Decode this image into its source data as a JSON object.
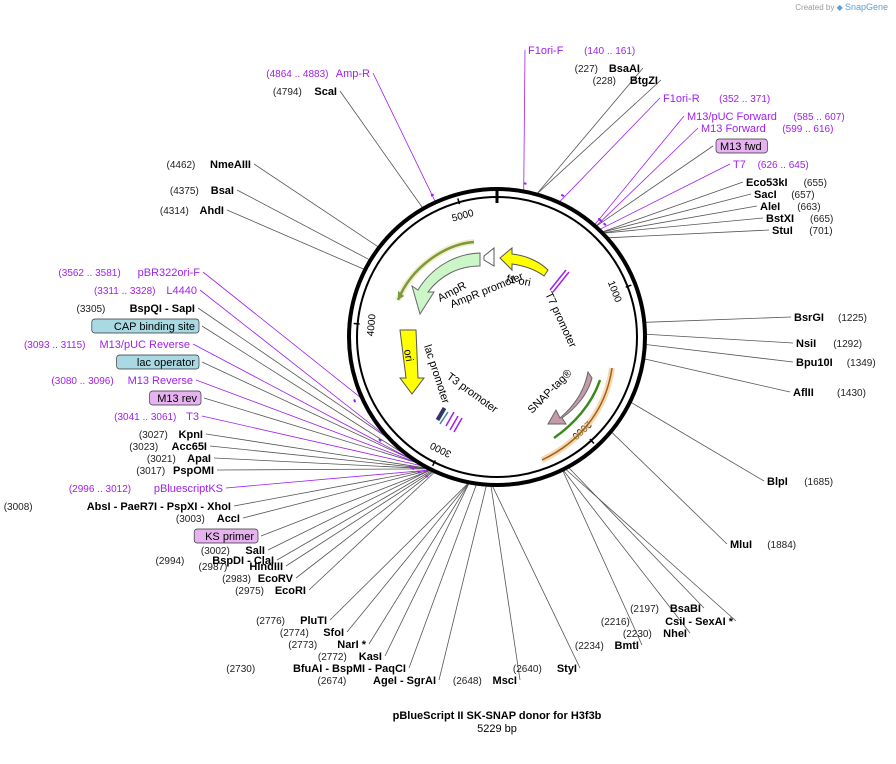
{
  "brand": {
    "created_by": "Created by",
    "name": "SnapGene"
  },
  "plasmid": {
    "title": "pBlueScript II SK-SNAP donor for H3f3b",
    "length_label": "5229 bp",
    "length": 5229
  },
  "ticks": [
    "1000",
    "2000",
    "3000",
    "4000",
    "5000"
  ],
  "colors": {
    "primer": "#a020f0",
    "boxed_purple": "#e6b3f0",
    "boxed_blue": "#a9d9e3",
    "ori": "#ffff00",
    "ampr": "#ccf5c8",
    "snap": "#c49aa8"
  },
  "features": [
    {
      "name": "f1 ori",
      "kind": "ori-arrow"
    },
    {
      "name": "AmpR promoter",
      "kind": "promoter"
    },
    {
      "name": "AmpR",
      "kind": "cds"
    },
    {
      "name": "T7 promoter",
      "kind": "promoter"
    },
    {
      "name": "SNAP-tag®",
      "kind": "cds"
    },
    {
      "name": "ori",
      "kind": "ori-arrow"
    },
    {
      "name": "lac promoter",
      "kind": "promoter"
    },
    {
      "name": "T3 promoter",
      "kind": "promoter"
    }
  ],
  "labels": [
    {
      "text": "F1ori-F",
      "pos": "(140 .. 161)",
      "type": "primer",
      "bp": 150
    },
    {
      "text": "BsaAI",
      "pos": "(227)",
      "type": "enzyme",
      "bp": 227
    },
    {
      "text": "BtgZI",
      "pos": "(228)",
      "type": "enzyme",
      "bp": 228
    },
    {
      "text": "F1ori-R",
      "pos": "(352 .. 371)",
      "type": "primer",
      "bp": 361
    },
    {
      "text": "M13/pUC Forward",
      "pos": "(585 .. 607)",
      "type": "primer",
      "bp": 596
    },
    {
      "text": "M13 Forward",
      "pos": "(599 .. 616)",
      "type": "primer",
      "bp": 607
    },
    {
      "text": "M13 fwd",
      "pos": "",
      "type": "boxed-purple",
      "bp": 608
    },
    {
      "text": "T7",
      "pos": "(626 .. 645)",
      "type": "primer",
      "bp": 635
    },
    {
      "text": "Eco53kI",
      "pos": "(655)",
      "type": "enzyme",
      "bp": 655
    },
    {
      "text": "SacI",
      "pos": "(657)",
      "type": "enzyme",
      "bp": 657
    },
    {
      "text": "AleI",
      "pos": "(663)",
      "type": "enzyme",
      "bp": 663
    },
    {
      "text": "BstXI",
      "pos": "(665)",
      "type": "enzyme",
      "bp": 665
    },
    {
      "text": "StuI",
      "pos": "(701)",
      "type": "enzyme",
      "bp": 701
    },
    {
      "text": "BsrGI",
      "pos": "(1225)",
      "type": "enzyme",
      "bp": 1225
    },
    {
      "text": "NsiI",
      "pos": "(1292)",
      "type": "enzyme",
      "bp": 1292
    },
    {
      "text": "Bpu10I",
      "pos": "(1349)",
      "type": "enzyme",
      "bp": 1349
    },
    {
      "text": "AflII",
      "pos": "(1430)",
      "type": "enzyme",
      "bp": 1430
    },
    {
      "text": "BlpI",
      "pos": "(1685)",
      "type": "enzyme",
      "bp": 1685
    },
    {
      "text": "MluI",
      "pos": "(1884)",
      "type": "enzyme",
      "bp": 1884
    },
    {
      "text": "BsaBI",
      "pos": "(2197)",
      "type": "enzyme",
      "bp": 2197
    },
    {
      "text": "CsiI - SexAI *",
      "pos": "(2216)",
      "type": "enzyme",
      "bp": 2216
    },
    {
      "text": "NheI",
      "pos": "(2230)",
      "type": "enzyme",
      "bp": 2230
    },
    {
      "text": "BmtI",
      "pos": "(2234)",
      "type": "enzyme",
      "bp": 2234
    },
    {
      "text": "StyI",
      "pos": "(2640)",
      "type": "enzyme",
      "bp": 2640
    },
    {
      "text": "MscI",
      "pos": "(2648)",
      "type": "enzyme",
      "bp": 2648
    },
    {
      "text": "AgeI - SgrAI",
      "pos": "(2674)",
      "type": "enzyme",
      "bp": 2674
    },
    {
      "text": "BfuAI - BspMI - PaqCI",
      "pos": "(2730)",
      "type": "enzyme",
      "bp": 2730
    },
    {
      "text": "KasI",
      "pos": "(2772)",
      "type": "enzyme",
      "bp": 2772
    },
    {
      "text": "NarI *",
      "pos": "(2773)",
      "type": "enzyme",
      "bp": 2773
    },
    {
      "text": "SfoI",
      "pos": "(2774)",
      "type": "enzyme",
      "bp": 2774
    },
    {
      "text": "PluTI",
      "pos": "(2776)",
      "type": "enzyme",
      "bp": 2776
    },
    {
      "text": "EcoRI",
      "pos": "(2975)",
      "type": "enzyme",
      "bp": 2975
    },
    {
      "text": "EcoRV",
      "pos": "(2983)",
      "type": "enzyme",
      "bp": 2983
    },
    {
      "text": "HindIII",
      "pos": "(2987)",
      "type": "enzyme",
      "bp": 2987
    },
    {
      "text": "BspDI - ClaI",
      "pos": "(2994)",
      "type": "enzyme",
      "bp": 2994
    },
    {
      "text": "SalI",
      "pos": "(3002)",
      "type": "enzyme",
      "bp": 3002
    },
    {
      "text": "KS primer",
      "pos": "",
      "type": "boxed-purple",
      "bp": 3000
    },
    {
      "text": "AccI",
      "pos": "(3003)",
      "type": "enzyme",
      "bp": 3003
    },
    {
      "text": "AbsI - PaeR7I - PspXI - XhoI",
      "pos": "(3008)",
      "type": "enzyme",
      "bp": 3008
    },
    {
      "text": "pBluescriptKS",
      "pos": "(2996 .. 3012)",
      "type": "primer",
      "bp": 3004
    },
    {
      "text": "PspOMI",
      "pos": "(3017)",
      "type": "enzyme",
      "bp": 3017
    },
    {
      "text": "ApaI",
      "pos": "(3021)",
      "type": "enzyme",
      "bp": 3021
    },
    {
      "text": "Acc65I",
      "pos": "(3023)",
      "type": "enzyme",
      "bp": 3023
    },
    {
      "text": "KpnI",
      "pos": "(3027)",
      "type": "enzyme",
      "bp": 3027
    },
    {
      "text": "T3",
      "pos": "(3041 .. 3061)",
      "type": "primer",
      "bp": 3051
    },
    {
      "text": "M13 rev",
      "pos": "",
      "type": "boxed-purple",
      "bp": 3085
    },
    {
      "text": "M13 Reverse",
      "pos": "(3080 .. 3096)",
      "type": "primer",
      "bp": 3088
    },
    {
      "text": "lac operator",
      "pos": "",
      "type": "boxed-blue",
      "bp": 3110
    },
    {
      "text": "M13/pUC Reverse",
      "pos": "(3093 .. 3115)",
      "type": "primer",
      "bp": 3104
    },
    {
      "text": "CAP binding site",
      "pos": "",
      "type": "boxed-blue",
      "bp": 3150
    },
    {
      "text": "BspQI - SapI",
      "pos": "(3305)",
      "type": "enzyme",
      "bp": 3305
    },
    {
      "text": "L4440",
      "pos": "(3311 .. 3328)",
      "type": "primer",
      "bp": 3320
    },
    {
      "text": "pBR322ori-F",
      "pos": "(3562 .. 3581)",
      "type": "primer",
      "bp": 3571
    },
    {
      "text": "AhdI",
      "pos": "(4314)",
      "type": "enzyme",
      "bp": 4314
    },
    {
      "text": "BsaI",
      "pos": "(4375)",
      "type": "enzyme",
      "bp": 4375
    },
    {
      "text": "NmeAIII",
      "pos": "(4462)",
      "type": "enzyme",
      "bp": 4462
    },
    {
      "text": "ScaI",
      "pos": "(4794)",
      "type": "enzyme",
      "bp": 4794
    },
    {
      "text": "Amp-R",
      "pos": "(4864 .. 4883)",
      "type": "primer",
      "bp": 4873
    }
  ]
}
